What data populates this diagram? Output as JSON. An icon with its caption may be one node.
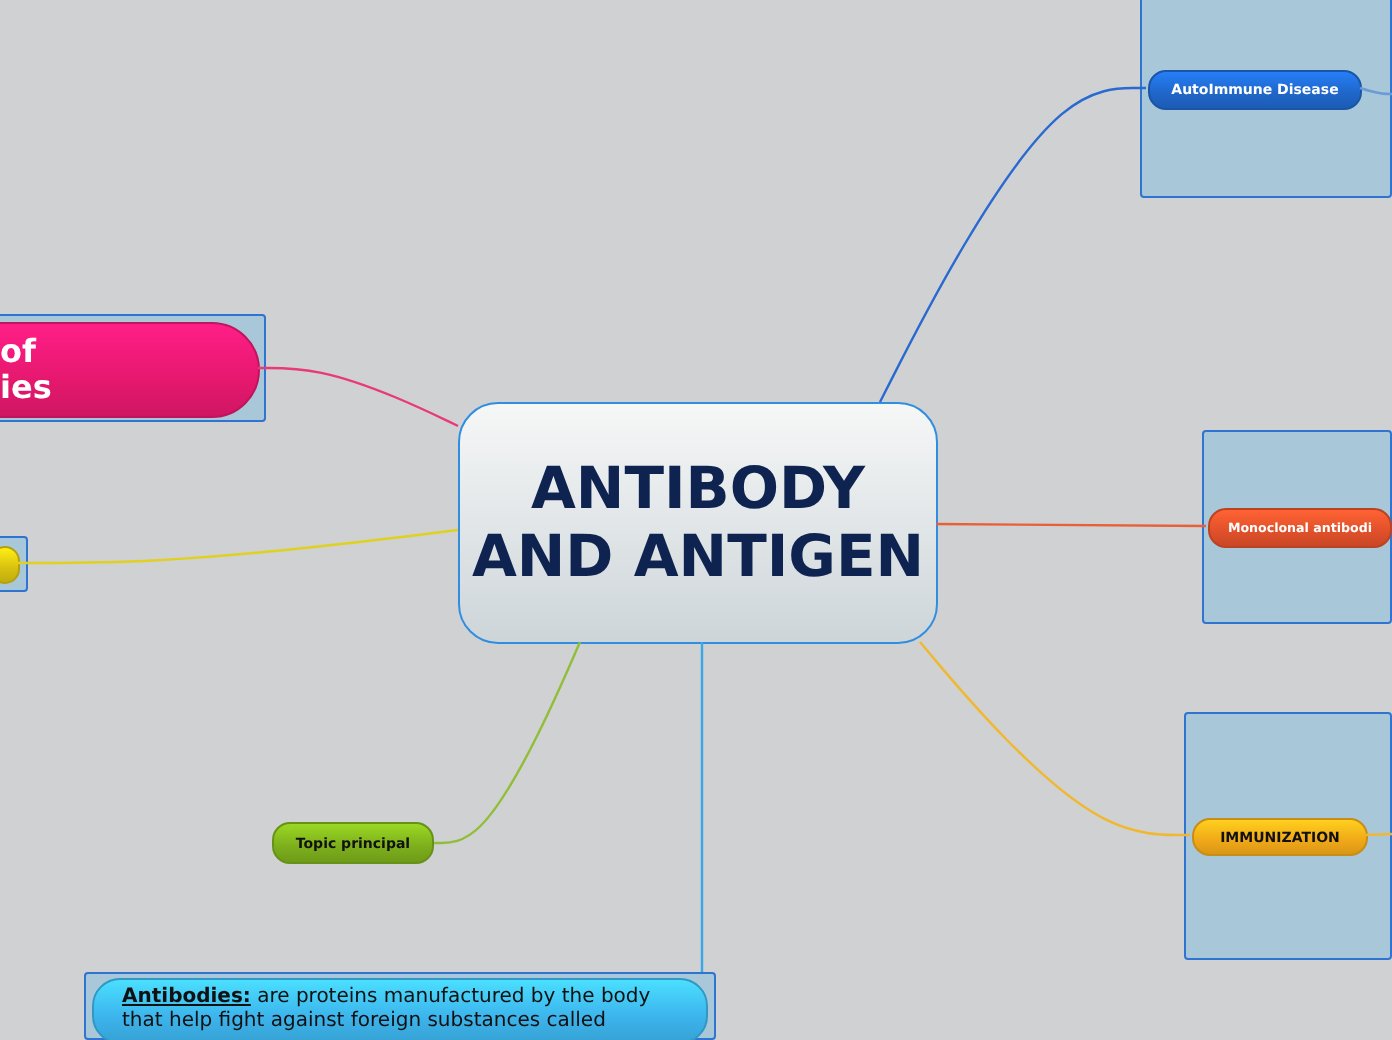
{
  "diagram": {
    "nodes": [
      {
        "text": [
          "ANTIBODY AND ANTIGEN"
        ]
      },
      {
        "text": [],
        "shape": "box"
      },
      {
        "text": [
          "AutoImmune Disease"
        ],
        "in": 1
      },
      {
        "text": [],
        "shape": "box"
      },
      {
        "text": [
          "Monoclonal antibodi"
        ],
        "in": 3
      },
      {
        "text": [],
        "shape": "box"
      },
      {
        "text": [
          "IMMUNIZATION"
        ],
        "in": 5
      },
      {
        "text": [],
        "shape": "box"
      },
      {
        "text": [
          "of ies"
        ],
        "in": 7
      },
      {
        "text": [],
        "shape": "box"
      },
      {
        "text": [],
        "shape": "box",
        "in": 9
      },
      {
        "text": [
          "Topic principal"
        ]
      },
      {
        "text": [],
        "shape": "box"
      },
      {
        "text": [
          "**Antibodies:** are proteins manufactured by the body that help fight against foreign substances called"
        ],
        "in": 12
      }
    ],
    "edges": [
      {
        "from": 0,
        "to": 2,
        "arrow": "none",
        "color": "#2a6ad0"
      },
      {
        "from": 2,
        "to": null,
        "arrow": "none",
        "color": "#6a9ad8"
      },
      {
        "from": 0,
        "to": 4,
        "arrow": "none",
        "color": "#e8603a"
      },
      {
        "from": 0,
        "to": 6,
        "arrow": "none",
        "color": "#f0b830"
      },
      {
        "from": 6,
        "to": null,
        "arrow": "none",
        "color": "#f0b830"
      },
      {
        "from": 0,
        "to": 8,
        "arrow": "none",
        "color": "#e83a78"
      },
      {
        "from": 0,
        "to": 10,
        "arrow": "none",
        "color": "#e0d020"
      },
      {
        "from": 0,
        "to": 11,
        "arrow": "none",
        "color": "#90be38"
      },
      {
        "from": 0,
        "to": 12,
        "arrow": "none",
        "color": "#3aa8e8"
      }
    ]
  }
}
